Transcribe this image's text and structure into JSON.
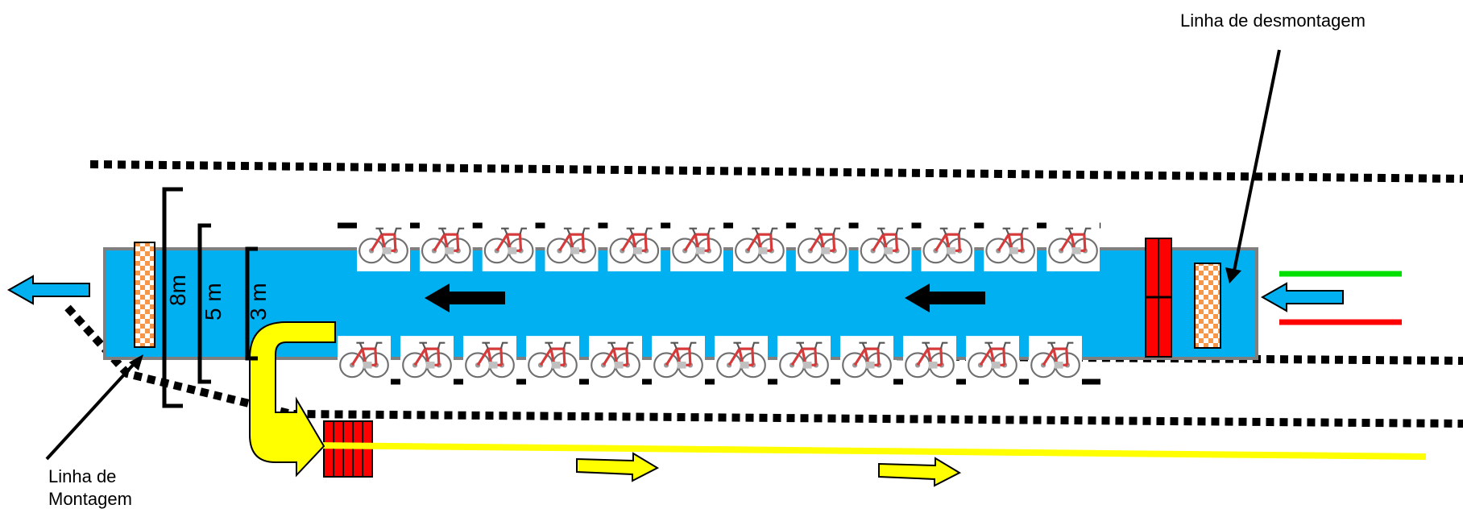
{
  "labels": {
    "disassembly_line": "Linha de desmontagem",
    "assembly_line_1": "Linha de",
    "assembly_line_2": "Montagem",
    "width_8m": "8m",
    "width_5m": "5 m",
    "width_3m": "3 m"
  },
  "bikes": {
    "top_row_count": 12,
    "bottom_row_count": 12
  },
  "colors": {
    "lane_fill": "#00B0F0",
    "lane_border": "#7F7F7F",
    "barrier_red": "#FF0000",
    "checker_orange": "#F79646",
    "arrow_blue": "#00B0F0",
    "arrow_yellow": "#FFFF00",
    "signal_green": "#00E000",
    "signal_red": "#FF0000",
    "line_yellow": "#FFFF00",
    "road_edge": "#000000",
    "bike_red": "#D63A3A"
  },
  "icons": [
    "bicycle-icon",
    "blue-arrow-icon",
    "black-arrow-icon",
    "yellow-arrow-icon",
    "u-turn-arrow-icon",
    "checkered-line-icon",
    "barrier-icon"
  ]
}
